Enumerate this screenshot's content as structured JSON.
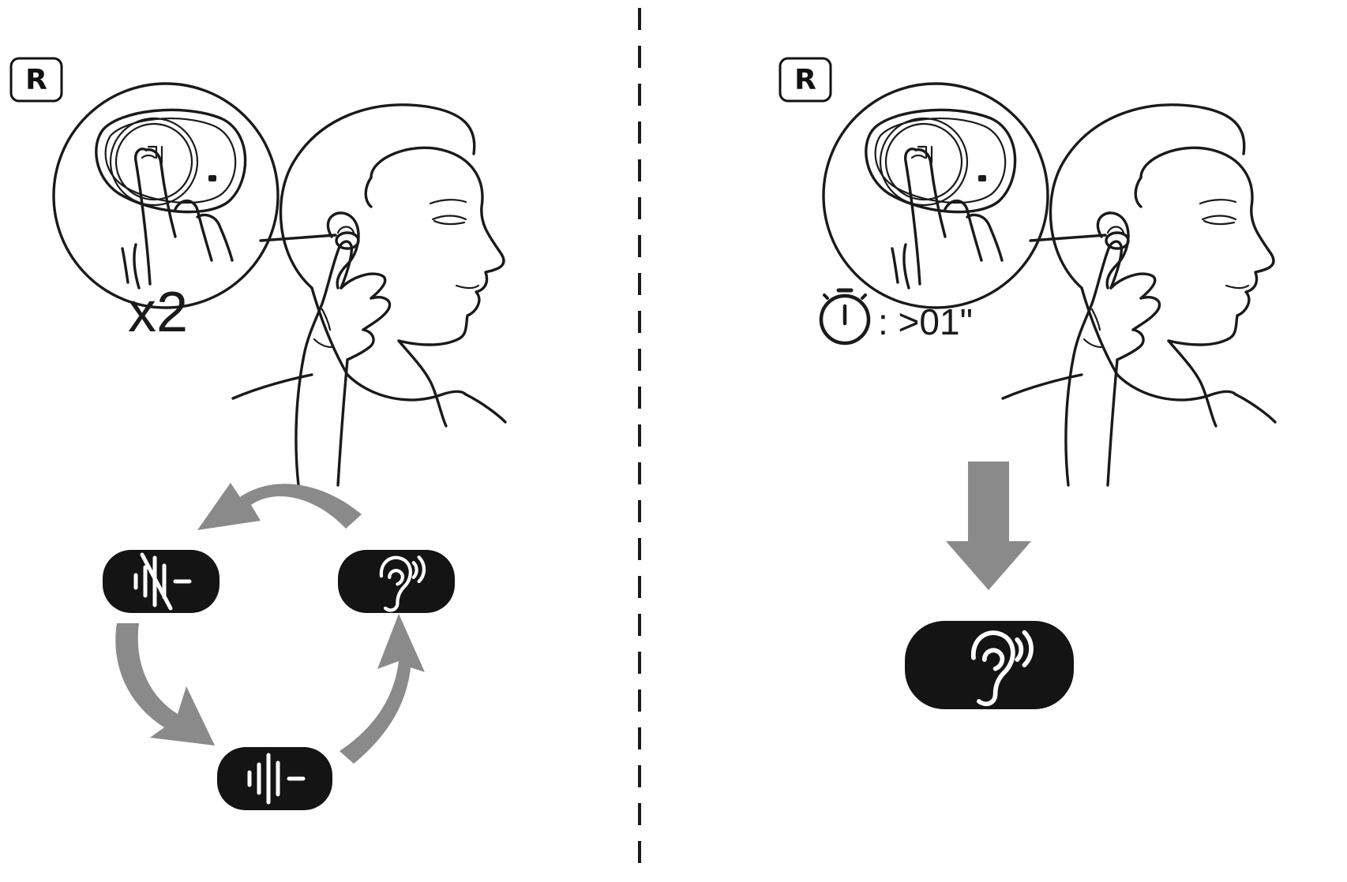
{
  "left_panel": {
    "side_badge": "R",
    "tap_count_label": "x2",
    "cycle_modes": [
      {
        "icon": "noise-cancelling-off-icon"
      },
      {
        "icon": "transparency-ear-icon"
      },
      {
        "icon": "noise-cancelling-icon"
      }
    ]
  },
  "right_panel": {
    "side_badge": "R",
    "hold_duration_label": ": >01\"",
    "timer_icon": "stopwatch-icon",
    "result_mode": {
      "icon": "transparency-ear-icon"
    }
  },
  "colors": {
    "pill": "#141414",
    "arrow": "#8a8a8a",
    "line": "#1a1a1a"
  }
}
